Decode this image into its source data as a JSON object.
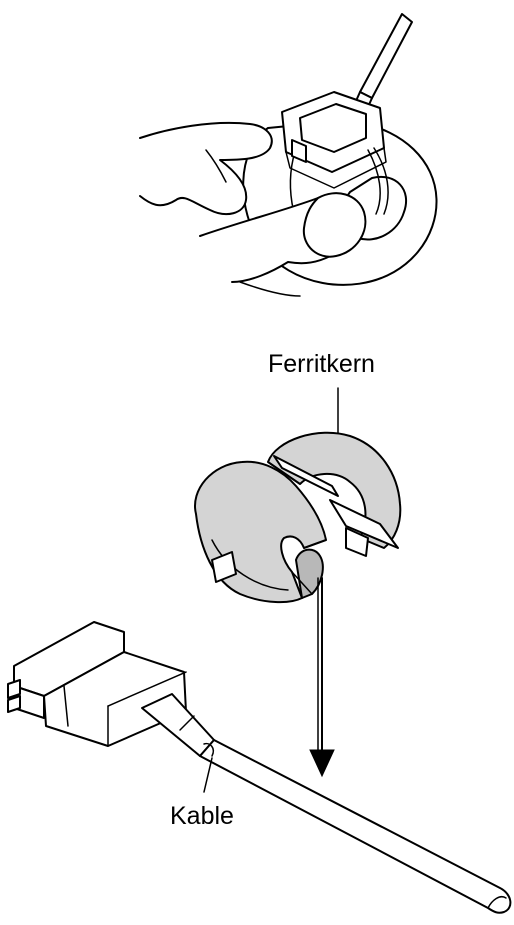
{
  "labels": {
    "ferrite_core": "Ferritkern",
    "cable": "Kable"
  },
  "colors": {
    "ink": "#000000",
    "paper": "#ffffff",
    "shade_light": "#d4d4d4",
    "shade_dark": "#b8b8b8"
  },
  "icons": {
    "opening_step": "screwdriver-opening-ferrite-clamp",
    "ferrite_core": "split-ferrite-core",
    "connector": "parallel-port-connector",
    "direction": "down-arrow"
  }
}
